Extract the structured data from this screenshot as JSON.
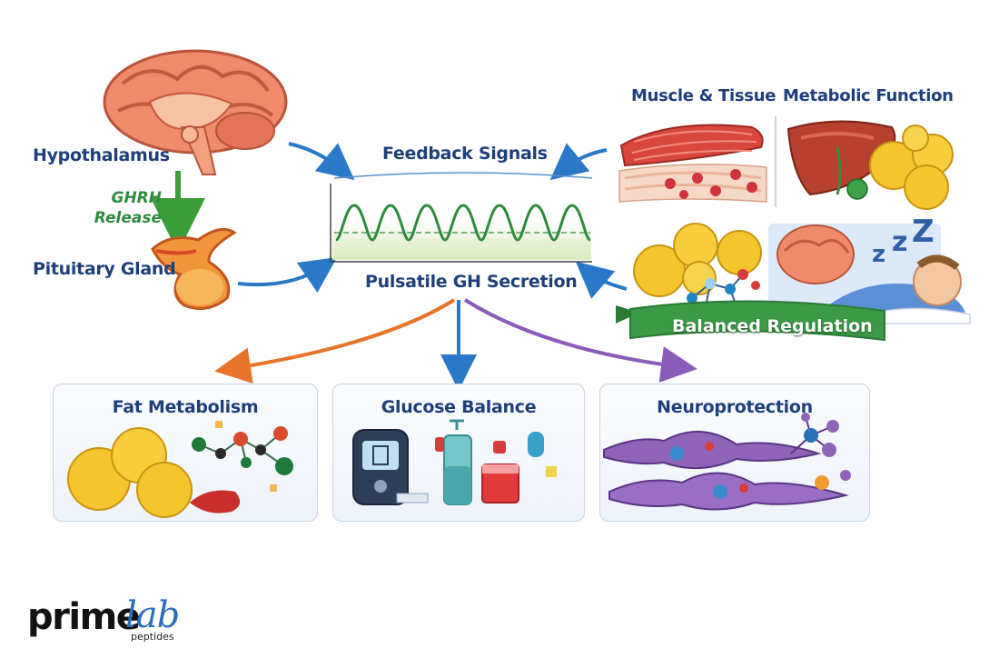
{
  "labels": {
    "hypothalamus": "Hypothalamus",
    "ghrh_line1": "GHRH",
    "ghrh_line2": "Release",
    "pituitary": "Pituitary Gland",
    "feedback": "Feedback Signals",
    "pulsatile": "Pulsatile GH Secretion",
    "muscle": "Muscle & Tissue",
    "metabolic": "Metabolic Function",
    "balanced": "Balanced Regulation"
  },
  "panels": [
    {
      "title": "Fat Metabolism"
    },
    {
      "title": "Glucose Balance"
    },
    {
      "title": "Neuroprotection"
    }
  ],
  "brand": {
    "prime": "prime",
    "lab": "lab",
    "sub": "peptides"
  },
  "colors": {
    "heading": "#1f3f7a",
    "ghrh": "#2e8b3e",
    "arrow_blue": "#2a78c8",
    "arrow_orange": "#e8732a",
    "arrow_purple": "#8a5bb8",
    "ribbon": "#3a9a45",
    "wave": "#2e8b3e"
  },
  "icons": [
    "brain-icon",
    "pituitary-gland-icon",
    "muscle-fibers-icon",
    "liver-icon",
    "fat-cells-icon",
    "molecule-icon",
    "sleeping-person-icon",
    "glucose-meter-icon",
    "test-tube-icon",
    "neuron-icon"
  ]
}
